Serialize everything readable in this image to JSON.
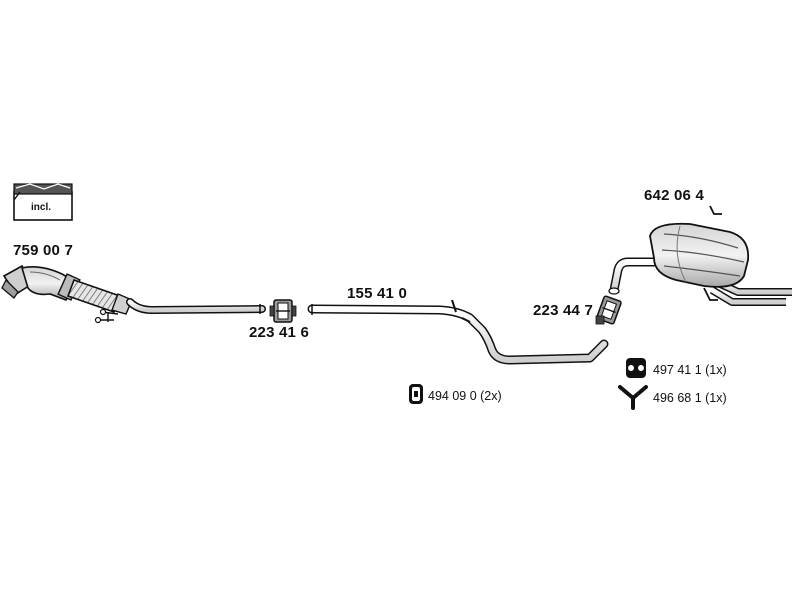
{
  "kit_badge": {
    "label": "incl."
  },
  "parts": {
    "catalytic_converter": "759 00 7",
    "clamp_front": "223 41 6",
    "middle_pipe": "155 41 0",
    "clamp_rear": "223 44 7",
    "rear_silencer": "642 06 4"
  },
  "accessories": {
    "rubber_mount_a": "494 09 0 (2x)",
    "rubber_mount_b": "497 41 1 (1x)",
    "hanger": "496 68 1 (1x)"
  }
}
